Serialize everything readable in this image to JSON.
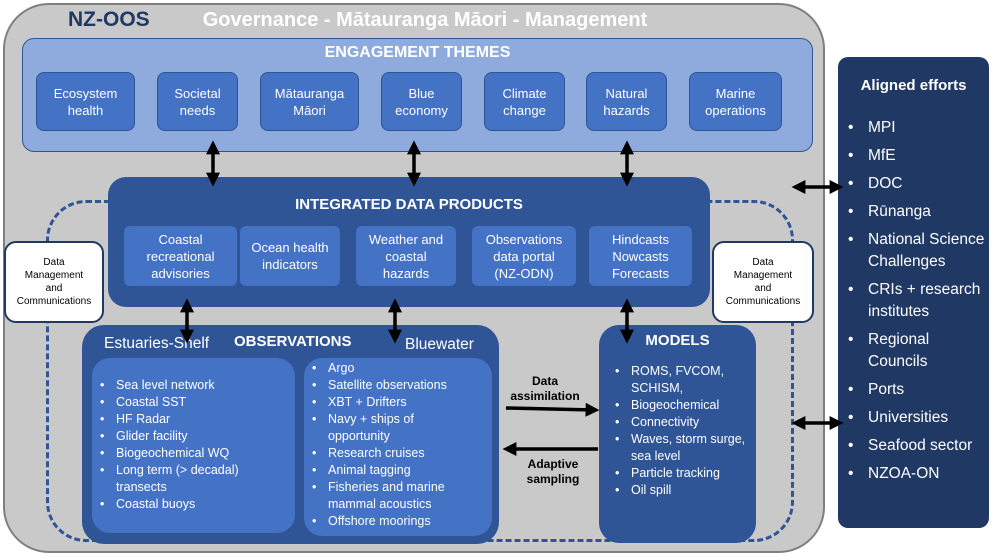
{
  "header": {
    "org": "NZ-OOS",
    "banner": "Governance - Mātauranga Māori - Management"
  },
  "engagement": {
    "title": "ENGAGEMENT THEMES",
    "themes": [
      {
        "line1": "Ecosystem",
        "line2": "health"
      },
      {
        "line1": "Societal",
        "line2": "needs"
      },
      {
        "line1": "Mātauranga",
        "line2": "Māori"
      },
      {
        "line1": "Blue",
        "line2": "economy"
      },
      {
        "line1": "Climate",
        "line2": "change"
      },
      {
        "line1": "Natural",
        "line2": "hazards"
      },
      {
        "line1": "Marine",
        "line2": "operations"
      }
    ]
  },
  "products": {
    "title": "INTEGRATED DATA PRODUCTS",
    "items": [
      {
        "lines": [
          "Coastal",
          "recreational",
          "advisories"
        ]
      },
      {
        "lines": [
          "Ocean health",
          "indicators"
        ]
      },
      {
        "lines": [
          "Weather and",
          "coastal",
          "hazards"
        ]
      },
      {
        "lines": [
          "Observations",
          "data portal",
          "(NZ-ODN)"
        ]
      },
      {
        "lines": [
          "Hindcasts",
          "Nowcasts",
          "Forecasts"
        ]
      }
    ]
  },
  "data_management": {
    "left": {
      "lines": [
        "Data",
        "Management",
        "and",
        "Communications"
      ]
    },
    "right": {
      "lines": [
        "Data",
        "Management",
        "and",
        "Communications"
      ]
    }
  },
  "observations": {
    "title": "OBSERVATIONS",
    "estuaries_label": "Estuaries-Shelf",
    "bluewater_label": "Bluewater",
    "estuaries_items": [
      "Sea level network",
      "Coastal SST",
      "HF Radar",
      "Glider facility",
      "Biogeochemical WQ",
      "Long term (> decadal) transects",
      "Coastal buoys"
    ],
    "bluewater_items": [
      "Argo",
      "Satellite observations",
      "XBT + Drifters",
      "Navy + ships of opportunity",
      "Research cruises",
      "Animal tagging",
      "Fisheries and marine mammal acoustics",
      "Offshore moorings"
    ]
  },
  "flows": {
    "assimilation": {
      "line1": "Data",
      "line2": "assimilation"
    },
    "adaptive": {
      "line1": "Adaptive",
      "line2": "sampling"
    }
  },
  "models": {
    "title": "MODELS",
    "items": [
      "ROMS, FVCOM, SCHISM,",
      "Biogeochemical",
      "Connectivity",
      "Waves, storm surge, sea level",
      "Particle tracking",
      "Oil spill"
    ]
  },
  "aligned": {
    "title": "Aligned efforts",
    "items": [
      "MPI",
      "MfE",
      "DOC",
      "Rūnanga",
      "National Science Challenges",
      "CRIs + research institutes",
      "Regional Councils",
      "Ports",
      "Universities",
      "Seafood sector",
      "NZOA-ON"
    ]
  },
  "colors": {
    "outer": "#c9c9c9",
    "engagement_band": "#8faadc",
    "box_medium": "#4472c4",
    "box_dark": "#2f5597",
    "box_navy": "#1f3864"
  }
}
